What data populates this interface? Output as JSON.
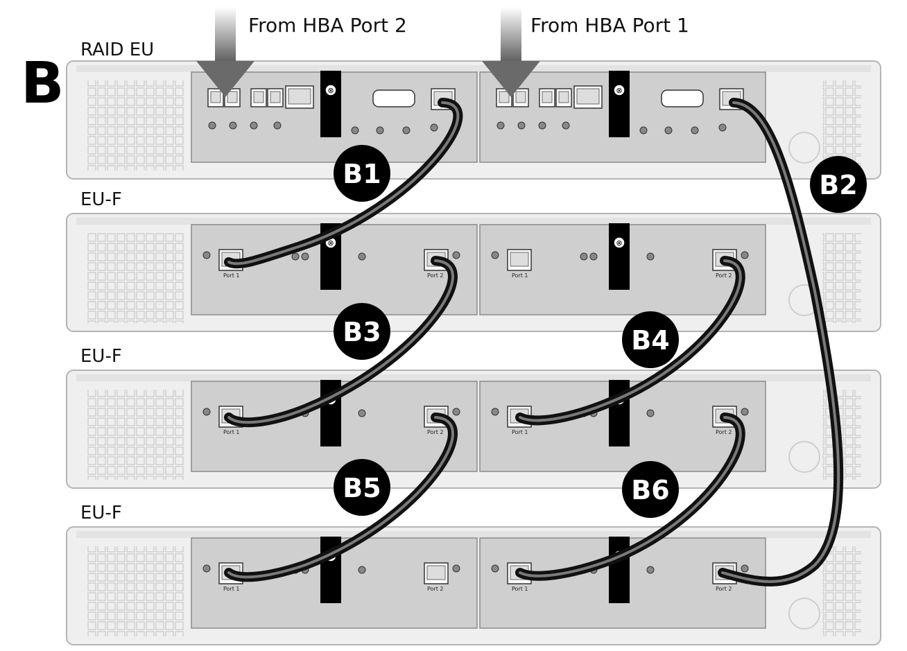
{
  "figure_letter": "B",
  "hba_labels": {
    "port2": "From HBA Port 2",
    "port1": "From HBA Port 1"
  },
  "units": [
    {
      "label": "RAID EU",
      "kind": "raid"
    },
    {
      "label": "EU-F",
      "kind": "euf",
      "port1": "Port 1",
      "port2": "Port 2"
    },
    {
      "label": "EU-F",
      "kind": "euf",
      "port1": "Port 1",
      "port2": "Port 2"
    },
    {
      "label": "EU-F",
      "kind": "euf",
      "port1": "Port 1",
      "port2": "Port 2"
    }
  ],
  "cables": [
    {
      "id": "B1",
      "label": "B1",
      "from": "RAID EU controller 1 expansion port",
      "to": "EU-F 1 controller 1 Port 1"
    },
    {
      "id": "B2",
      "label": "B2",
      "from": "RAID EU controller 2 expansion port",
      "to": "EU-F 3 controller 2 Port 2"
    },
    {
      "id": "B3",
      "label": "B3",
      "from": "EU-F 1 controller 1 Port 2",
      "to": "EU-F 2 controller 1 Port 1"
    },
    {
      "id": "B4",
      "label": "B4",
      "from": "EU-F 1 controller 2 Port 2",
      "to": "EU-F 2 controller 2 Port 1"
    },
    {
      "id": "B5",
      "label": "B5",
      "from": "EU-F 2 controller 1 Port 2",
      "to": "EU-F 3 controller 1 Port 1"
    },
    {
      "id": "B6",
      "label": "B6",
      "from": "EU-F 2 controller 2 Port 2",
      "to": "EU-F 3 controller 2 Port 1"
    }
  ],
  "colors": {
    "chassis": "#efefef",
    "controller": "#cfcfcf",
    "cable": "#1a1a1a",
    "badge": "#000000",
    "arrow": "#6a6a6a"
  }
}
